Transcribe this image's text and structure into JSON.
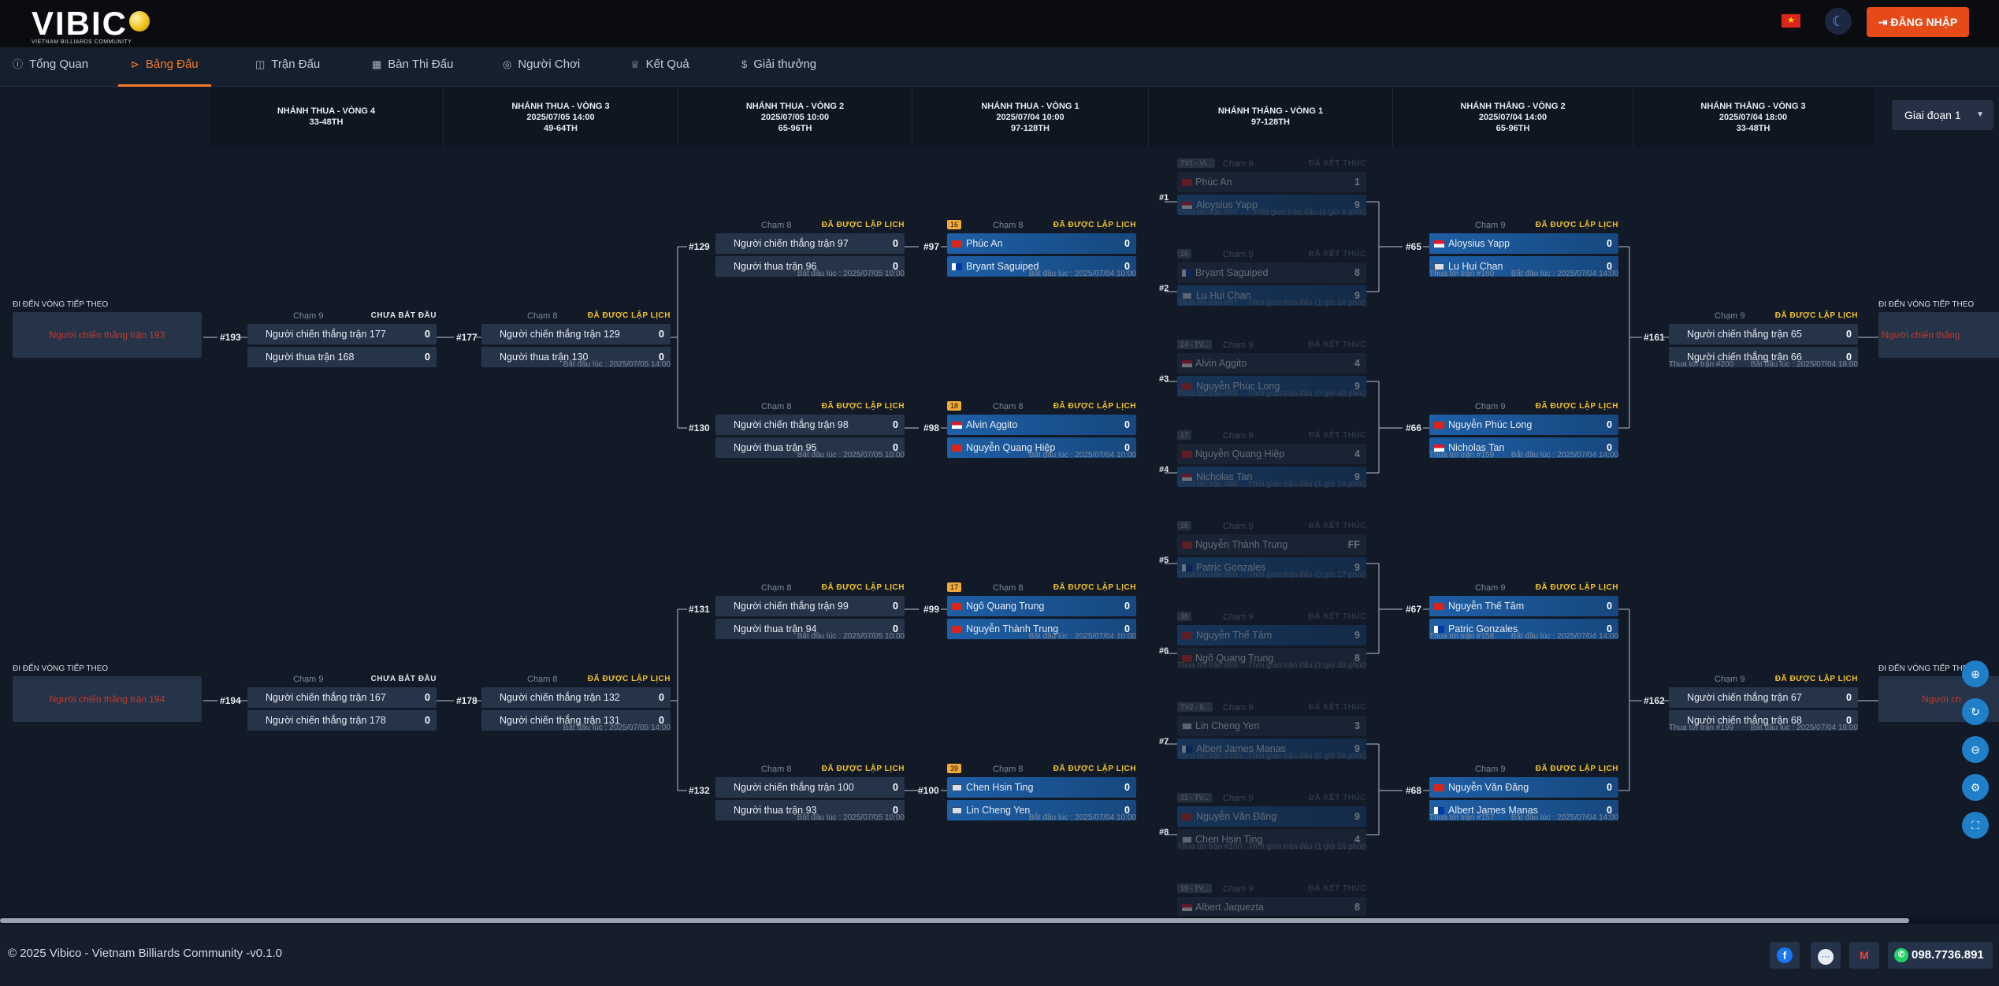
{
  "header": {
    "logo_text": "VIBIC",
    "logo_subtitle": "VIETNAM BILLIARDS COMMUNITY",
    "login_label": "ĐĂNG NHẬP"
  },
  "tabs": [
    {
      "label": "Tổng Quan",
      "icon": "info-icon"
    },
    {
      "label": "Bảng Đấu",
      "icon": "bracket-icon",
      "active": true
    },
    {
      "label": "Trận Đấu",
      "icon": "gamepad-icon"
    },
    {
      "label": "Bàn Thi Đấu",
      "icon": "table-icon"
    },
    {
      "label": "Người Chơi",
      "icon": "users-icon"
    },
    {
      "label": "Kết Quả",
      "icon": "trophy-icon"
    },
    {
      "label": "Giải thưởng",
      "icon": "dollar-icon"
    }
  ],
  "columns": [
    {
      "title": "NHÁNH THUA - VÒNG 4",
      "date": "",
      "range": "33-48TH"
    },
    {
      "title": "NHÁNH THUA - VÒNG 3",
      "date": "2025/07/05 14:00",
      "range": "49-64TH"
    },
    {
      "title": "NHÁNH THUA - VÒNG 2",
      "date": "2025/07/05 10:00",
      "range": "65-96TH"
    },
    {
      "title": "NHÁNH THUA - VÒNG 1",
      "date": "2025/07/04 10:00",
      "range": "97-128TH"
    },
    {
      "title": "NHÁNH THẮNG - VÒNG 1",
      "date": "",
      "range": "97-128TH"
    },
    {
      "title": "NHÁNH THẮNG - VÒNG 2",
      "date": "2025/07/04 14:00",
      "range": "65-96TH"
    },
    {
      "title": "NHÁNH THẮNG - VÒNG 3",
      "date": "2025/07/04 18:00",
      "range": "33-48TH"
    }
  ],
  "stage_select": "Giai đoạn 1",
  "status": {
    "scheduled": "ĐÃ ĐƯỢC LẬP LỊCH",
    "not_started": "CHƯA BẮT ĐẦU",
    "done": "ĐÃ KẾT THÚC"
  },
  "next_round_label": "ĐI ĐẾN VÒNG TIẾP THEO",
  "next_boxes": [
    {
      "text": "Người chiến thắng trận 193"
    },
    {
      "text": "Người chiến thắng trận 194"
    },
    {
      "text": "Người chiến thắng"
    },
    {
      "text": "Người ch"
    }
  ],
  "matches": [
    {
      "id": "#193",
      "rules": "Chạm 9",
      "status": "CHƯA BẮT ĐẦU",
      "p1": "Người chiến thắng trận 177",
      "s1": "0",
      "p2": "Người thua trận 168",
      "s2": "0",
      "foot": ""
    },
    {
      "id": "#194",
      "rules": "Chạm 9",
      "status": "CHƯA BẮT ĐẦU",
      "p1": "Người chiến thắng trận 167",
      "s1": "0",
      "p2": "Người chiến thắng trận 178",
      "s2": "0",
      "foot": ""
    },
    {
      "id": "#177",
      "rules": "Chạm 8",
      "status": "ĐÃ ĐƯỢC LẬP LỊCH",
      "p1": "Người chiến thắng trận 129",
      "s1": "0",
      "p2": "Người thua trận 130",
      "s2": "0",
      "foot": "Bắt đầu lúc : 2025/07/05 14:00"
    },
    {
      "id": "#178",
      "rules": "Chạm 8",
      "status": "ĐÃ ĐƯỢC LẬP LỊCH",
      "p1": "Người chiến thắng trận 132",
      "s1": "0",
      "p2": "Người chiến thắng trận 131",
      "s2": "0",
      "foot": "Bắt đầu lúc : 2025/07/05 14:00"
    },
    {
      "id": "#129",
      "rules": "Chạm 8",
      "status": "ĐÃ ĐƯỢC LẬP LỊCH",
      "p1": "Người chiến thắng trận 97",
      "s1": "0",
      "p2": "Người thua trận 96",
      "s2": "0",
      "foot": "Bắt đầu lúc : 2025/07/05 10:00"
    },
    {
      "id": "#130",
      "rules": "Chạm 8",
      "status": "ĐÃ ĐƯỢC LẬP LỊCH",
      "p1": "Người chiến thắng trận 98",
      "s1": "0",
      "p2": "Người thua trận 95",
      "s2": "0",
      "foot": "Bắt đầu lúc : 2025/07/05 10:00"
    },
    {
      "id": "#131",
      "rules": "Chạm 8",
      "status": "ĐÃ ĐƯỢC LẬP LỊCH",
      "p1": "Người chiến thắng trận 99",
      "s1": "0",
      "p2": "Người thua trận 94",
      "s2": "0",
      "foot": "Bắt đầu lúc : 2025/07/05 10:00"
    },
    {
      "id": "#132",
      "rules": "Chạm 8",
      "status": "ĐÃ ĐƯỢC LẬP LỊCH",
      "p1": "Người chiến thắng trận 100",
      "s1": "0",
      "p2": "Người thua trận 93",
      "s2": "0",
      "foot": "Bắt đầu lúc : 2025/07/05 10:00"
    },
    {
      "id": "#97",
      "badge": "16",
      "rules": "Chạm 8",
      "status": "ĐÃ ĐƯỢC LẬP LỊCH",
      "p1": "Phúc An",
      "f1": "vn",
      "s1": "0",
      "p2": "Bryant Saguiped",
      "f2": "ph",
      "s2": "0",
      "foot": "Bắt đầu lúc : 2025/07/04 10:00"
    },
    {
      "id": "#98",
      "badge": "18",
      "rules": "Chạm 8",
      "status": "ĐÃ ĐƯỢC LẬP LỊCH",
      "p1": "Alvin Aggito",
      "f1": "sg",
      "s1": "0",
      "p2": "Nguyễn Quang Hiệp",
      "f2": "vn",
      "s2": "0",
      "foot": "Bắt đầu lúc : 2025/07/04 10:00"
    },
    {
      "id": "#99",
      "badge": "17",
      "rules": "Chạm 8",
      "status": "ĐÃ ĐƯỢC LẬP LỊCH",
      "p1": "Ngô Quang Trung",
      "f1": "vn",
      "s1": "0",
      "p2": "Nguyễn Thành Trung",
      "f2": "vn",
      "s2": "0",
      "foot": "Bắt đầu lúc : 2025/07/04 10:00"
    },
    {
      "id": "#100",
      "badge": "39",
      "rules": "Chạm 8",
      "status": "ĐÃ ĐƯỢC LẬP LỊCH",
      "p1": "Chen Hsin Ting",
      "f1": "tw",
      "s1": "0",
      "p2": "Lin Cheng Yen",
      "f2": "tw",
      "s2": "0",
      "foot": "Bắt đầu lúc : 2025/07/04 10:00"
    },
    {
      "id": "#65",
      "rules": "Chạm 9",
      "status": "ĐÃ ĐƯỢC LẬP LỊCH",
      "p1": "Aloysius Yapp",
      "f1": "sg",
      "s1": "0",
      "p2": "Lu Hui Chan",
      "f2": "tw",
      "s2": "0",
      "foot_l": "Thua tới trận #160",
      "foot_r": "Bắt đầu lúc : 2025/07/04 14:00"
    },
    {
      "id": "#66",
      "rules": "Chạm 9",
      "status": "ĐÃ ĐƯỢC LẬP LỊCH",
      "p1": "Nguyễn Phúc Long",
      "f1": "vn",
      "s1": "0",
      "p2": "Nicholas Tan",
      "f2": "sg",
      "s2": "0",
      "foot_l": "Thua tới trận #159",
      "foot_r": "Bắt đầu lúc : 2025/07/04 14:00"
    },
    {
      "id": "#67",
      "rules": "Chạm 9",
      "status": "ĐÃ ĐƯỢC LẬP LỊCH",
      "p1": "Nguyễn Thế Tâm",
      "f1": "vn",
      "s1": "0",
      "p2": "Patric Gonzales",
      "f2": "ph",
      "s2": "0",
      "foot_l": "Thua tới trận #158",
      "foot_r": "Bắt đầu lúc : 2025/07/04 14:00"
    },
    {
      "id": "#68",
      "rules": "Chạm 9",
      "status": "ĐÃ ĐƯỢC LẬP LỊCH",
      "p1": "Nguyễn Văn Đăng",
      "f1": "vn",
      "s1": "0",
      "p2": "Albert James Manas",
      "f2": "ph",
      "s2": "0",
      "foot_l": "Thua tới trận #157",
      "foot_r": "Bắt đầu lúc : 2025/07/04 14:00"
    },
    {
      "id": "#161",
      "rules": "Chạm 9",
      "status": "ĐÃ ĐƯỢC LẬP LỊCH",
      "p1": "Người chiến thắng trận 65",
      "s1": "0",
      "p2": "Người chiến thắng trận 66",
      "s2": "0",
      "foot_l": "Thua tới trận #200",
      "foot_r": "Bắt đầu lúc : 2025/07/04 18:00"
    },
    {
      "id": "#162",
      "rules": "Chạm 9",
      "status": "ĐÃ ĐƯỢC LẬP LỊCH",
      "p1": "Người chiến thắng trận 67",
      "s1": "0",
      "p2": "Người chiến thắng trận 68",
      "s2": "0",
      "foot_l": "Thua tới trận #199",
      "foot_r": "Bắt đầu lúc : 2025/07/04 18:00"
    }
  ],
  "done_matches": [
    {
      "id": "#1",
      "badge": "TV1 - Vi...",
      "rules": "Chạm 9",
      "p1": "Phúc An",
      "f1": "vn",
      "s1": "1",
      "p2": "Aloysius Yapp",
      "f2": "sg",
      "s2": "9",
      "win": 2,
      "foot_l": "Thua tới trận #97",
      "foot_r": "Thời gian trận đấu (1 giờ 8 phút)"
    },
    {
      "id": "#2",
      "badge": "16",
      "rules": "Chạm 9",
      "p1": "Bryant Saguiped",
      "f1": "ph",
      "s1": "8",
      "p2": "Lu Hui Chan",
      "f2": "tw",
      "s2": "9",
      "win": 2,
      "foot_l": "Thua tới trận #97",
      "foot_r": "Thời gian trận đấu (1 giờ 16 phút)"
    },
    {
      "id": "#3",
      "badge": "24 - TV...",
      "rules": "Chạm 9",
      "p1": "Alvin Aggito",
      "f1": "sg",
      "s1": "4",
      "p2": "Nguyễn Phúc Long",
      "f2": "vn",
      "s2": "9",
      "win": 2,
      "foot_l": "Thua tới trận #98",
      "foot_r": "Thời gian trận đấu (0 giờ 40 phút)"
    },
    {
      "id": "#4",
      "badge": "17",
      "rules": "Chạm 9",
      "p1": "Nguyễn Quang Hiệp",
      "f1": "vn",
      "s1": "4",
      "p2": "Nicholas Tan",
      "f2": "sg",
      "s2": "9",
      "win": 2,
      "foot_l": "Thua tới trận #98",
      "foot_r": "Thời gian trận đấu (1 giờ 16 phút)"
    },
    {
      "id": "#5",
      "badge": "18",
      "rules": "Chạm 9",
      "p1": "Nguyễn Thành Trung",
      "f1": "vn",
      "s1": "FF",
      "p2": "Patric Gonzales",
      "f2": "ph",
      "s2": "9",
      "win": 2,
      "foot_l": "Thua tới trận #99",
      "foot_r": "Thời gian trận đấu (0 giờ 27 phút)"
    },
    {
      "id": "#6",
      "badge": "38",
      "rules": "Chạm 9",
      "p1": "Nguyễn Thế Tâm",
      "f1": "vn",
      "s1": "9",
      "p2": "Ngô Quang Trung",
      "f2": "vn",
      "s2": "8",
      "win": 1,
      "foot_l": "Thua tới trận #99",
      "foot_r": "Thời gian trận đấu (1 giờ 38 phút)"
    },
    {
      "id": "#7",
      "badge": "TV2 - 9...",
      "rules": "Chạm 9",
      "p1": "Lin Cheng Yen",
      "f1": "tw",
      "s1": "3",
      "p2": "Albert James Manas",
      "f2": "ph",
      "s2": "9",
      "win": 2,
      "foot_l": "Thua tới trận #100",
      "foot_r": "Thời gian trận đấu (0 giờ 36 phút)"
    },
    {
      "id": "#8",
      "badge": "31 - TV...",
      "rules": "Chạm 9",
      "p1": "Nguyễn Văn Đăng",
      "f1": "vn",
      "s1": "9",
      "p2": "Chen Hsin Ting",
      "f2": "tw",
      "s2": "4",
      "win": 1,
      "foot_l": "Thua tới trận #100",
      "foot_r": "Thời gian trận đấu (1 giờ 26 phút)"
    },
    {
      "id": "",
      "badge": "19 - TV...",
      "rules": "Chạm 9",
      "p1": "Albert Jaquezta",
      "f1": "sg",
      "s1": "8",
      "p2": "",
      "s2": "",
      "win": 0,
      "foot_l": "",
      "foot_r": ""
    }
  ],
  "footer": {
    "copyright": "© 2025 Vibico - Vietnam Billiards Community -v0.1.0",
    "phone": "098.7736.891"
  },
  "colors": {
    "accent": "#f57c2a",
    "scheduled": "#f2c230",
    "player_blue": "#1e5fa6",
    "slot": "#26344a",
    "next_red": "#c0392b"
  }
}
